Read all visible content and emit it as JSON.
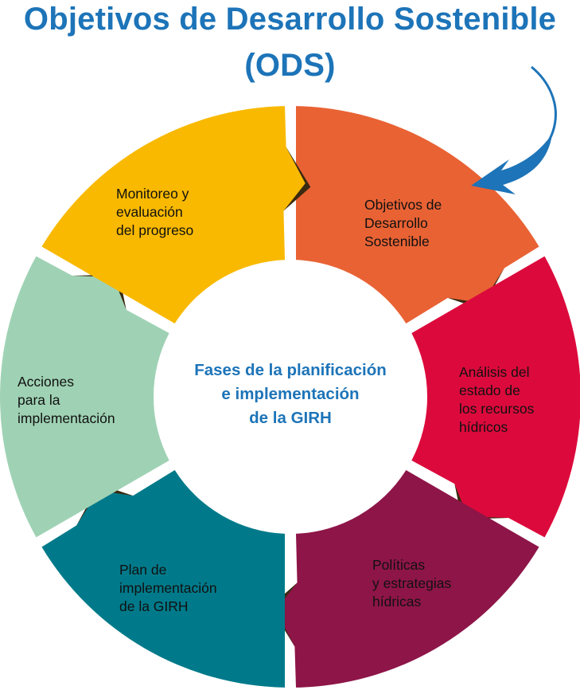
{
  "title": {
    "line1": "Objetivos de Desarrollo Sostenible",
    "line2": "(ODS)"
  },
  "center": {
    "lines": [
      "Fases de la planificación",
      "e implementación",
      "de la GIRH"
    ]
  },
  "segments": [
    {
      "id": "ods",
      "color": "#e96234",
      "lines": [
        "Objetivos de",
        "Desarrollo",
        "Sostenible"
      ]
    },
    {
      "id": "analisis",
      "color": "#dc0a3c",
      "lines": [
        "Análisis del",
        "estado de",
        "los recursos",
        "hídricos"
      ]
    },
    {
      "id": "politicas",
      "color": "#8e1548",
      "lines": [
        "Políticas",
        "y estrategias",
        "hídricas"
      ]
    },
    {
      "id": "plan",
      "color": "#007a8a",
      "lines": [
        "Plan de",
        "implementación",
        "de la GIRH"
      ]
    },
    {
      "id": "acciones",
      "color": "#9fd2b4",
      "lines": [
        "Acciones",
        "para la",
        "implementación"
      ]
    },
    {
      "id": "monitoreo",
      "color": "#f9b900",
      "lines": [
        "Monitoreo y",
        "evaluación",
        "del progreso"
      ]
    }
  ],
  "colors": {
    "title": "#1d74b8",
    "arrow": "#1d74b8",
    "shadow": "#3a2a10"
  },
  "icons": [
    "curved-arrow-icon"
  ]
}
